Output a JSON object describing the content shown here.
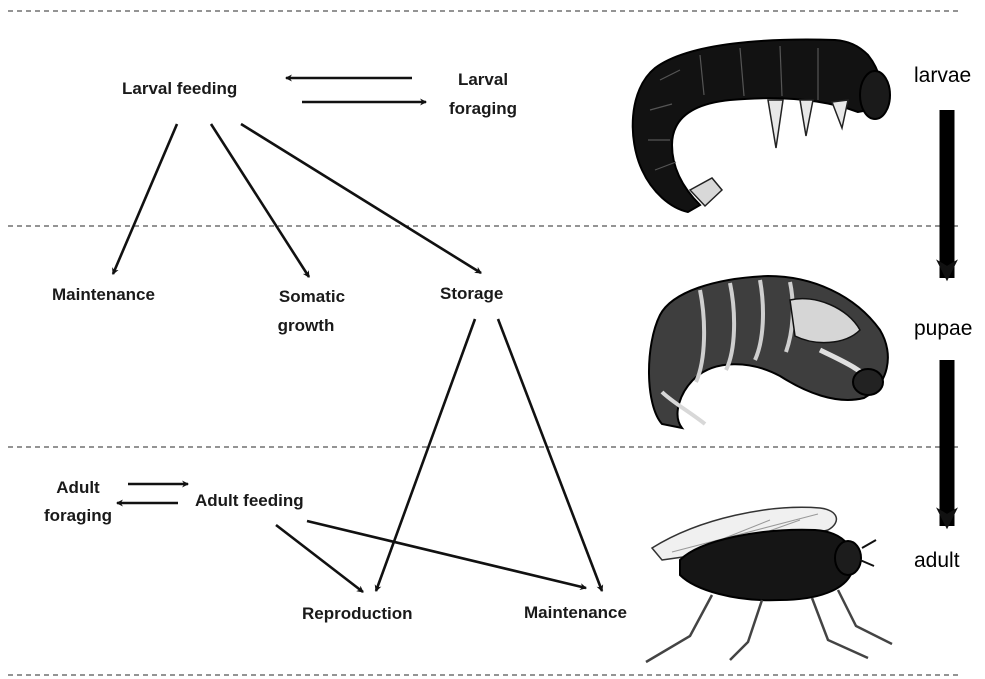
{
  "diagram": {
    "larval_stage": {
      "larval_feeding": "Larval feeding",
      "larval_foraging_line1": "Larval",
      "larval_foraging_line2": "foraging"
    },
    "pupal_stage": {
      "maintenance": "Maintenance",
      "somatic_growth_line1": "Somatic",
      "somatic_growth_line2": "growth",
      "storage": "Storage"
    },
    "adult_stage": {
      "adult_foraging_line1": "Adult",
      "adult_foraging_line2": "foraging",
      "adult_feeding": "Adult feeding",
      "reproduction": "Reproduction",
      "maintenance": "Maintenance"
    },
    "life_stages": {
      "larvae": "larvae",
      "pupae": "pupae",
      "adult": "adult"
    }
  },
  "icons": [
    "larva-illustration",
    "pupa-illustration",
    "adult-fly-illustration"
  ],
  "colors": {
    "ink": "#111111",
    "background": "#ffffff",
    "divider": "#555555"
  }
}
